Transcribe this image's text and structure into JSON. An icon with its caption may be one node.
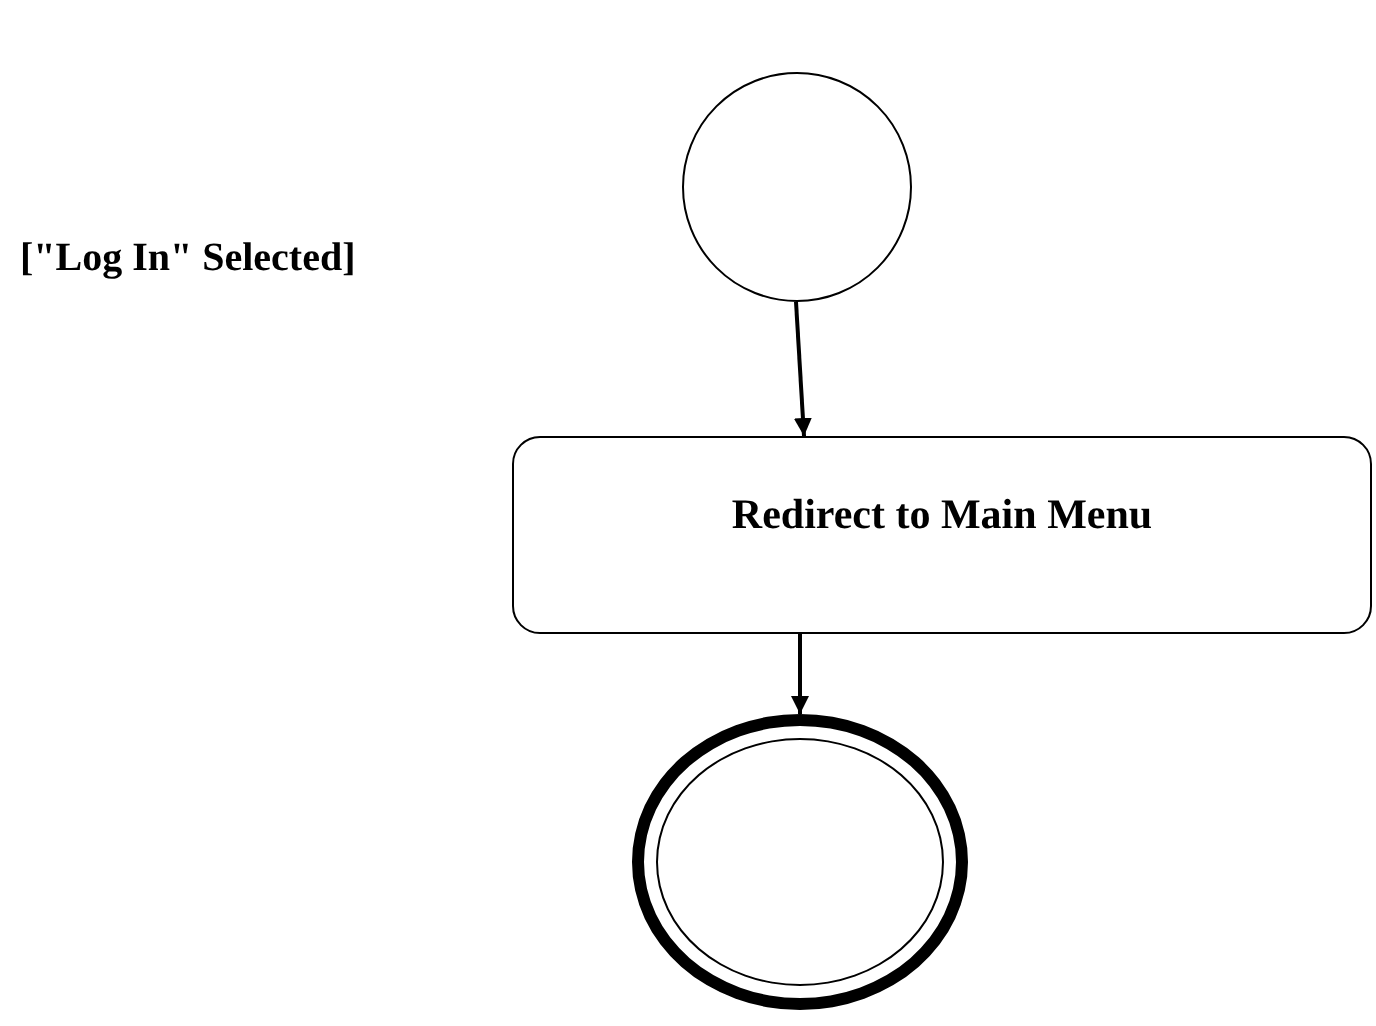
{
  "diagram": {
    "nodes": [
      {
        "text": [],
        "shape": "circle"
      },
      {
        "text": [
          "Redirect to Main Menu"
        ]
      },
      {
        "text": [],
        "shape": "circle"
      }
    ],
    "edges": [
      {
        "from": 0,
        "to": 1,
        "arrow": "to"
      },
      {
        "from": 1,
        "to": 2,
        "arrow": "to"
      }
    ],
    "labels": [
      "[\"Log In\" Selected]"
    ]
  }
}
